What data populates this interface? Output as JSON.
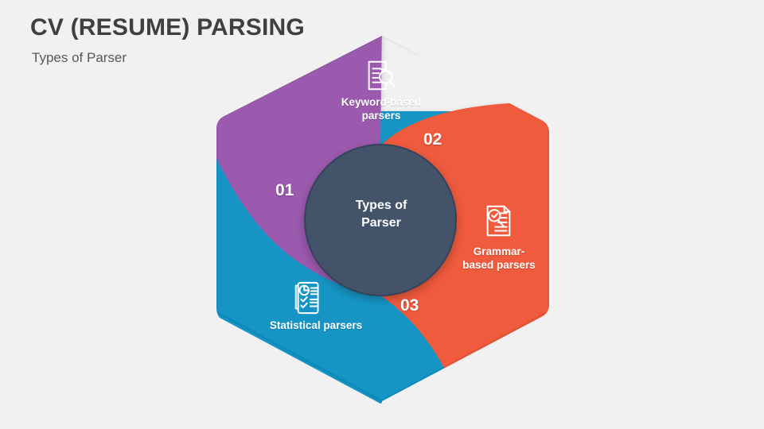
{
  "slide": {
    "title": "CV (RESUME) PARSING",
    "subtitle": "Types of Parser",
    "background_color": "#f1f1f1"
  },
  "diagram": {
    "type": "hexagon-pinwheel",
    "center": {
      "label_line1": "Types of",
      "label_line2": "Parser",
      "color": "#42526B"
    },
    "segments": [
      {
        "number": "01",
        "label": "Keyword-based parsers",
        "label_line1": "Keyword-based",
        "label_line2": "parsers",
        "color": "#9B5AAE",
        "icon": "document-magnifier-icon"
      },
      {
        "number": "02",
        "label": "Grammar-based parsers",
        "label_line1": "Grammar-",
        "label_line2": "based parsers",
        "color": "#F05A3C",
        "icon": "document-check-magnifier-icon"
      },
      {
        "number": "03",
        "label": "Statistical parsers",
        "label_line1": "Statistical parsers",
        "label_line2": "",
        "color": "#1295C5",
        "icon": "document-chart-checklist-icon"
      }
    ]
  }
}
